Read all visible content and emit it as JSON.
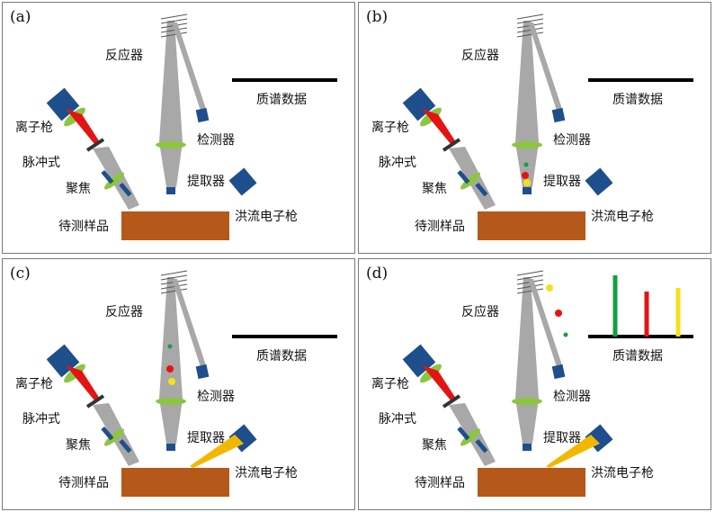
{
  "colors": {
    "gun": "#1f4e8c",
    "lens": "#8cc63f",
    "laser": "#e41414",
    "beam": "#f2b800",
    "sample": "#b5581a",
    "column": "#a8a8a8",
    "bar_green": "#15a040",
    "bar_red": "#e41414",
    "bar_yellow": "#f5e11a"
  },
  "panels": [
    {
      "id": "a",
      "panel_label": "(a)",
      "labels": {
        "reactor": "反应器",
        "mass_spec": "质谱数据",
        "ion_gun": "离子枪",
        "pulsed": "脉冲式",
        "detector": "检测器",
        "focus": "聚焦",
        "extractor": "提取器",
        "sample": "待测样品",
        "flood_gun": "洪流电子枪"
      },
      "electron_beam": false,
      "particles": [],
      "spectrum_bars": []
    },
    {
      "id": "b",
      "panel_label": "(b)",
      "labels": {
        "reactor": "反应器",
        "mass_spec": "质谱数据",
        "ion_gun": "离子枪",
        "pulsed": "脉冲式",
        "detector": "检测器",
        "focus": "聚焦",
        "extractor": "提取器",
        "sample": "待测样品",
        "flood_gun": "洪流电子枪"
      },
      "electron_beam": false,
      "particles": [
        "green",
        "red",
        "yellow"
      ],
      "spectrum_bars": []
    },
    {
      "id": "c",
      "panel_label": "(c)",
      "labels": {
        "reactor": "反应器",
        "mass_spec": "质谱数据",
        "ion_gun": "离子枪",
        "pulsed": "脉冲式",
        "detector": "检测器",
        "focus": "聚焦",
        "extractor": "提取器",
        "sample": "待测样品",
        "flood_gun": "洪流电子枪"
      },
      "electron_beam": true,
      "particles": [
        "green",
        "red",
        "yellow"
      ],
      "spectrum_bars": []
    },
    {
      "id": "d",
      "panel_label": "(d)",
      "labels": {
        "reactor": "反应器",
        "mass_spec": "质谱数据",
        "ion_gun": "离子枪",
        "pulsed": "脉冲式",
        "detector": "检测器",
        "focus": "聚焦",
        "extractor": "提取器",
        "sample": "待测样品",
        "flood_gun": "洪流电子枪"
      },
      "electron_beam": true,
      "particles": [
        "yellow",
        "red",
        "green"
      ],
      "spectrum_bars": [
        "green",
        "red",
        "yellow"
      ]
    }
  ]
}
